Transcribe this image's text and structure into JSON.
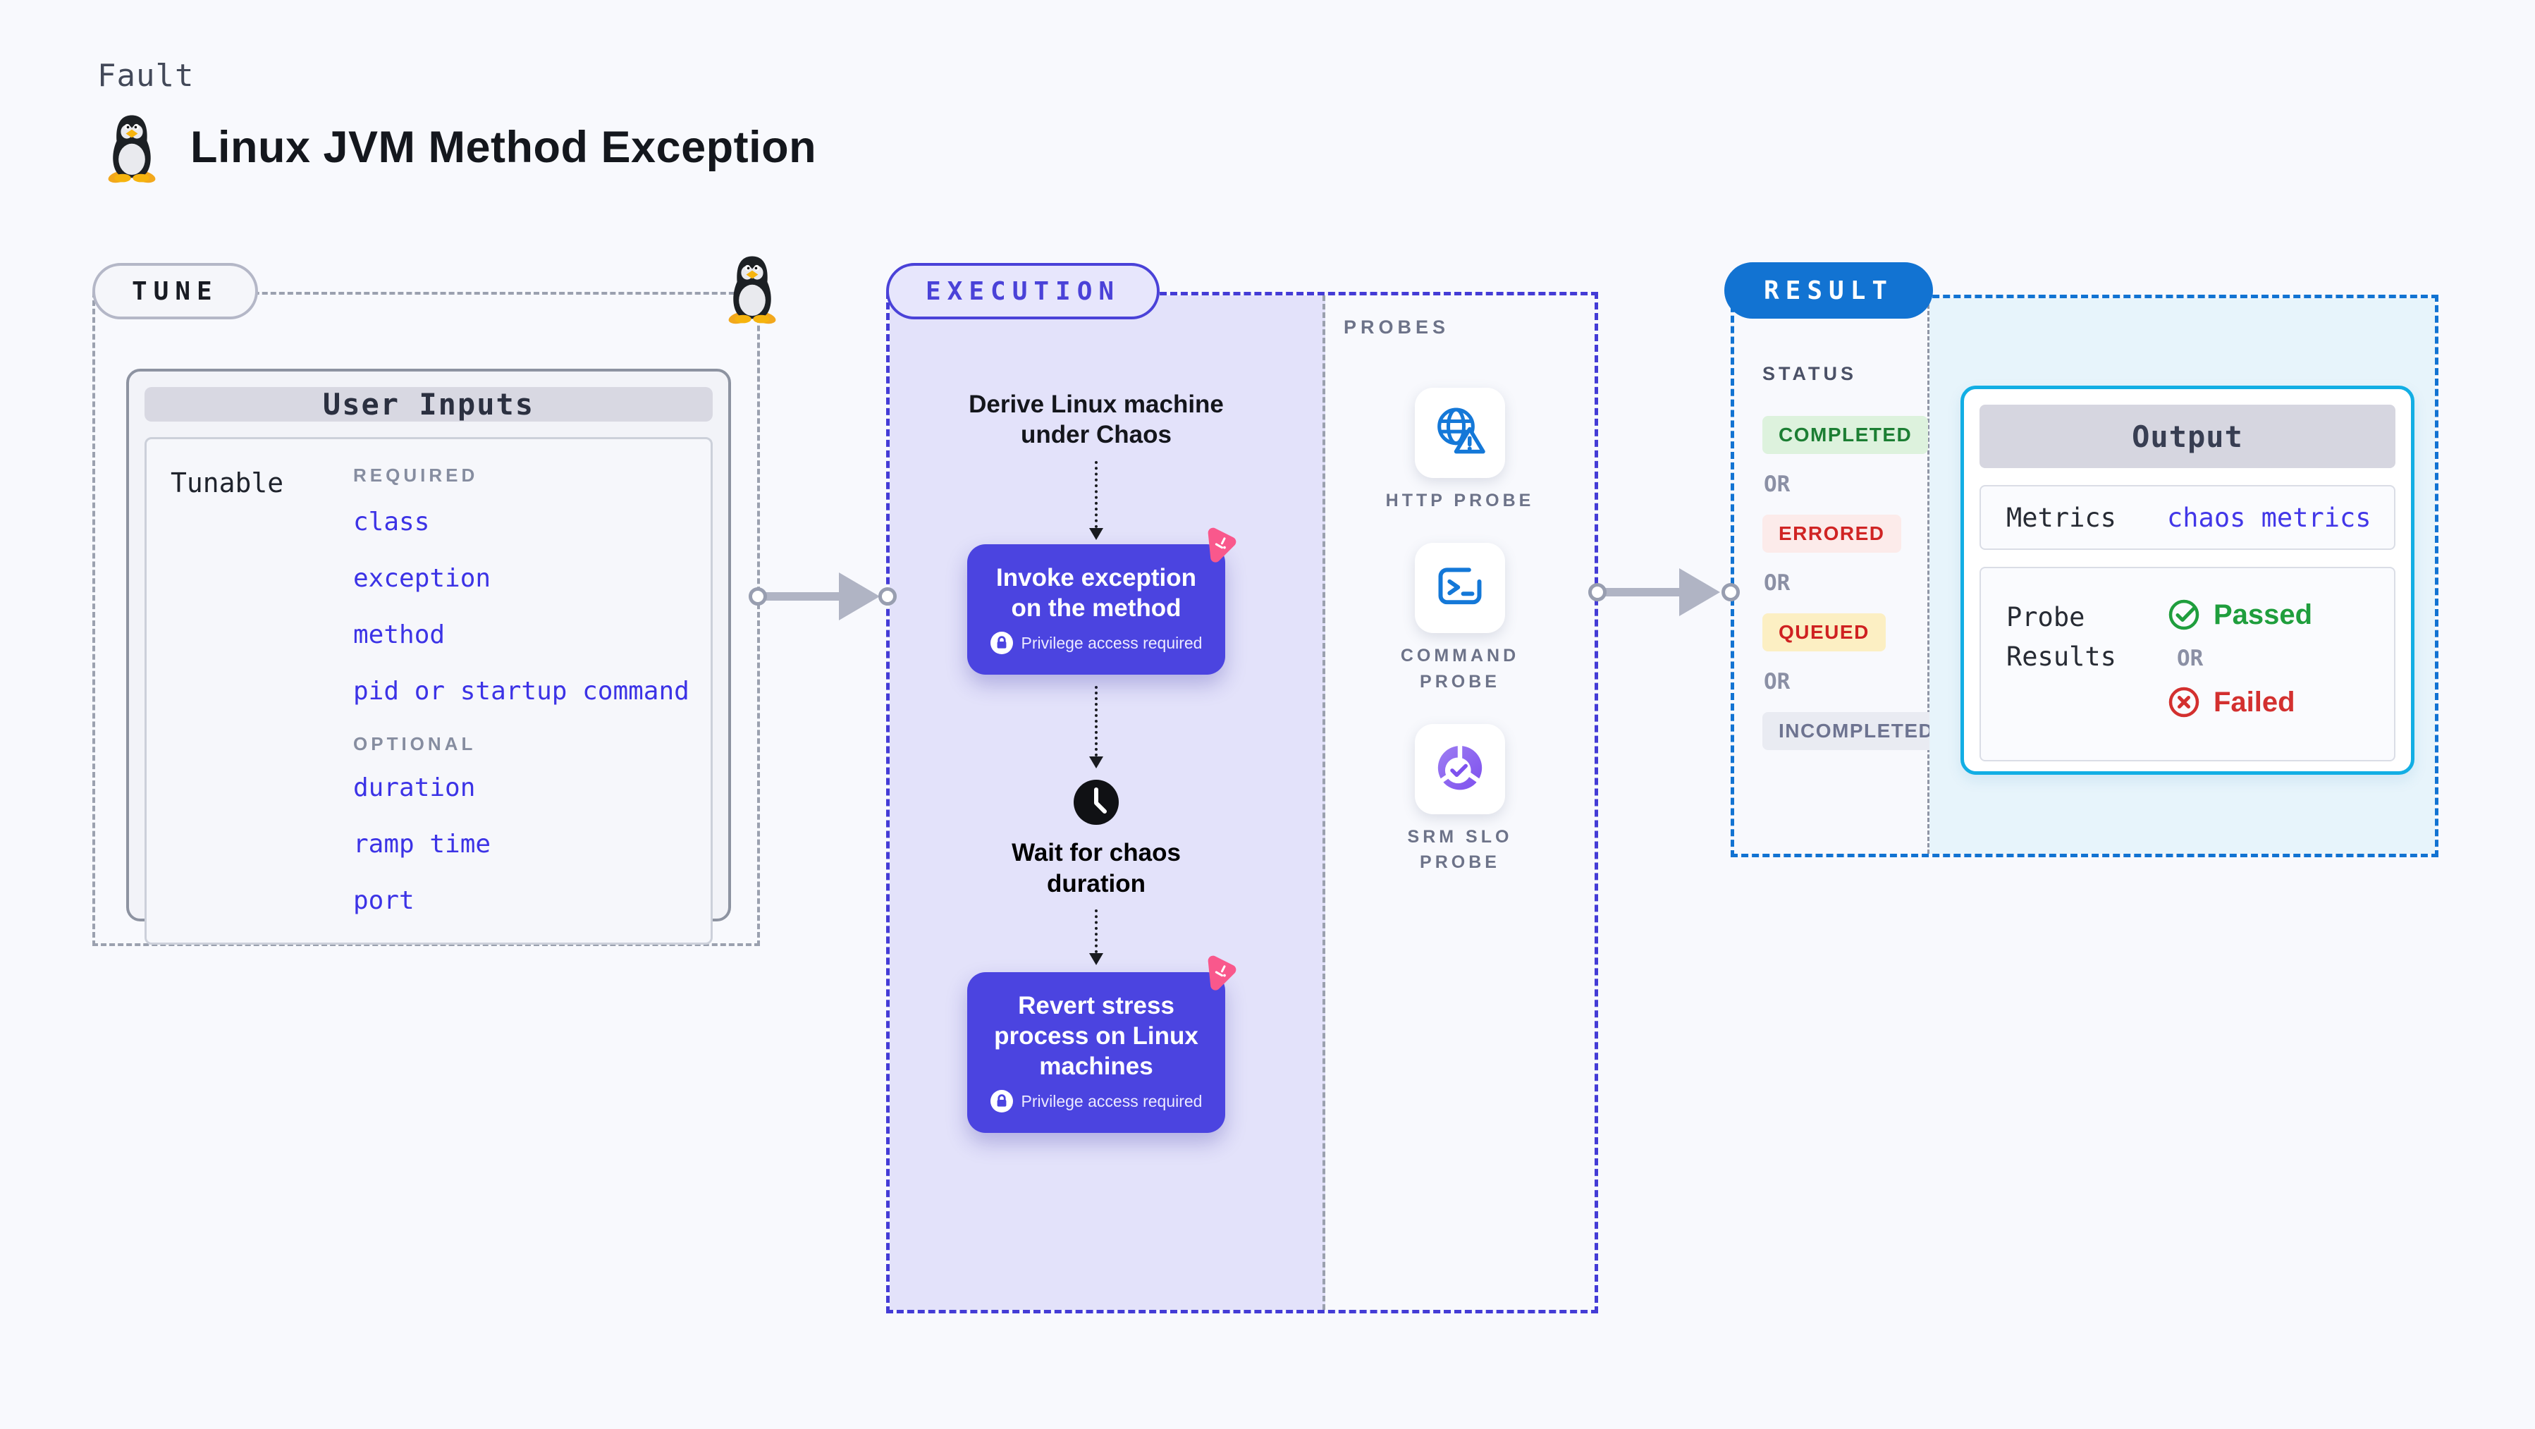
{
  "header": {
    "eyebrow": "Fault",
    "title": "Linux JVM Method Exception",
    "icon": "tux-penguin-icon"
  },
  "tune": {
    "pill": "TUNE",
    "card_title": "User Inputs",
    "row_label": "Tunable",
    "required_label": "REQUIRED",
    "optional_label": "OPTIONAL",
    "required": [
      "class",
      "exception",
      "method",
      "pid or startup command"
    ],
    "optional": [
      "duration",
      "ramp time",
      "port"
    ]
  },
  "execution": {
    "pill": "EXECUTION",
    "steps": {
      "derive": "Derive Linux machine under Chaos",
      "invoke": "Invoke exception on the method",
      "wait": "Wait for chaos duration",
      "revert": "Revert stress process on Linux machines",
      "privilege": "Privilege access required"
    }
  },
  "probes": {
    "label": "PROBES",
    "items": [
      {
        "label": "HTTP PROBE",
        "icon": "globe-warning-icon"
      },
      {
        "label": "COMMAND PROBE",
        "icon": "terminal-icon"
      },
      {
        "label": "SRM SLO PROBE",
        "icon": "slo-donut-check-icon"
      }
    ]
  },
  "result": {
    "pill": "RESULT",
    "status_label": "STATUS",
    "or_label": "OR",
    "statuses": [
      {
        "label": "COMPLETED",
        "fg": "#1c7e33",
        "bg": "#ddf2dd"
      },
      {
        "label": "ERRORED",
        "fg": "#d02424",
        "bg": "#fcebea"
      },
      {
        "label": "QUEUED",
        "fg": "#cf2121",
        "bg": "#fcefc3"
      },
      {
        "label": "INCOMPLETED",
        "fg": "#6d7390",
        "bg": "#e9ebf2"
      }
    ],
    "output": {
      "title": "Output",
      "metrics_label": "Metrics",
      "metrics_value": "chaos metrics",
      "probe_results_label": "Probe Results",
      "passed": "Passed",
      "or_label": "OR",
      "failed": "Failed"
    }
  },
  "colors": {
    "accent_indigo": "#4b44e0",
    "lavender_bg": "#e3e2fa",
    "chaos_pink": "#f9588c",
    "result_blue": "#1273d2",
    "output_border": "#12aee4",
    "link_blue": "#3c33e6",
    "probe_icon_blue": "#1478d8",
    "slo_purple": "#7e52ee",
    "passed_green": "#1f9e3d",
    "failed_red": "#d3302f",
    "page_bg": "#f8f9fd"
  }
}
